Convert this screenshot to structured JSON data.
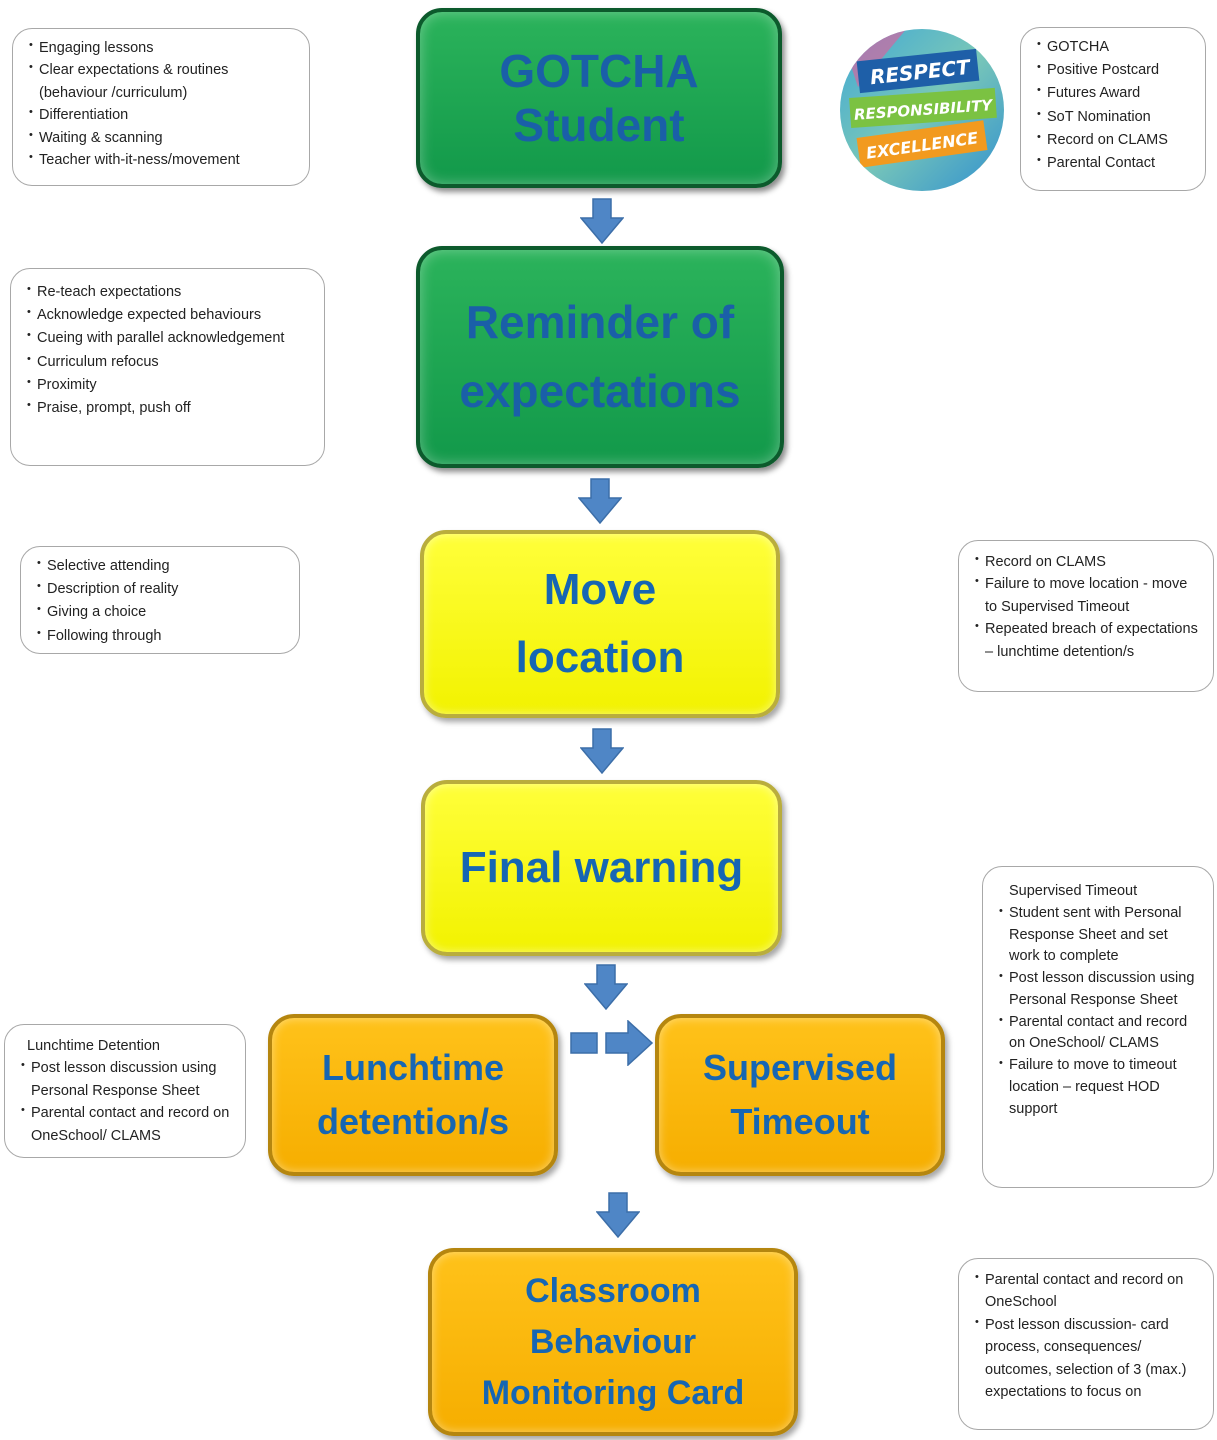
{
  "steps": {
    "gotcha": [
      "GOTCHA",
      "Student"
    ],
    "reminder": [
      "Reminder of",
      "expectations"
    ],
    "move": [
      "Move",
      "location"
    ],
    "final": [
      "Final warning"
    ],
    "lunchtime": [
      "Lunchtime",
      "detention/s"
    ],
    "timeout": [
      "Supervised",
      "Timeout"
    ],
    "card": [
      "Classroom",
      "Behaviour",
      "Monitoring Card"
    ]
  },
  "notes": {
    "gotcha_strategies": [
      "Engaging lessons",
      "Clear expectations & routines (behaviour /curriculum)",
      "Differentiation",
      "Waiting & scanning",
      "Teacher with-it-ness/movement"
    ],
    "gotcha_rewards": [
      "GOTCHA",
      "Positive Postcard",
      "Futures Award",
      "SoT Nomination",
      "Record on CLAMS",
      "Parental Contact"
    ],
    "reminder_strategies": [
      "Re-teach expectations",
      "Acknowledge expected behaviours",
      "Cueing with parallel acknowledgement",
      "Curriculum refocus",
      "Proximity",
      "Praise, prompt, push off"
    ],
    "move_strategies": [
      "Selective attending",
      "Description of reality",
      "Giving a choice",
      "Following through"
    ],
    "move_consequences": [
      "Record on CLAMS",
      "Failure to move location - move to Supervised Timeout",
      "Repeated breach of expectations – lunchtime detention/s"
    ],
    "timeout_heading": "Supervised Timeout",
    "timeout_items": [
      "Student sent with Personal Response Sheet and set work to complete",
      "Post lesson discussion using Personal Response Sheet",
      "Parental contact and record on OneSchool/ CLAMS",
      "Failure to move to timeout location – request HOD support"
    ],
    "lunchtime_heading": "Lunchtime Detention",
    "lunchtime_items": [
      "Post lesson discussion using Personal Response Sheet",
      "Parental contact and record on OneSchool/ CLAMS"
    ],
    "card_items": [
      "Parental contact and record on OneSchool",
      "Post lesson discussion- card process, consequences/ outcomes, selection of 3 (max.) expectations to focus on"
    ]
  },
  "badge": {
    "lines": [
      "RESPECT",
      "RESPONSIBILITY",
      "EXCELLENCE"
    ],
    "colors": [
      "#1e5fa8",
      "#7bc242",
      "#f29a1f"
    ]
  },
  "colors": {
    "green": "#12994a",
    "yellow": "#ffff00",
    "orange": "#ffb300",
    "step_text": "#1666b3",
    "arrow": "#4f86c6"
  }
}
